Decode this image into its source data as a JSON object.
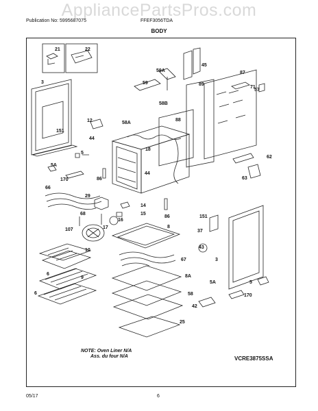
{
  "watermark": "AppliancePartsPros.com",
  "header": {
    "publication": "Publication No: 5995687075",
    "model": "FFEF3056TDA"
  },
  "title": "BODY",
  "parts": {
    "p21": "21",
    "p22": "22",
    "p45": "45",
    "p59A": "59A",
    "p59": "59",
    "p87": "87",
    "p71": "71",
    "p57": "57",
    "p89": "89",
    "p3a": "3",
    "p151a": "151",
    "p12": "12",
    "p44a": "44",
    "p58A": "58A",
    "p58B": "58B",
    "p88": "88",
    "p18": "18",
    "p5a": "5",
    "p62": "62",
    "p5Aa": "5A",
    "p86a": "86",
    "p44b": "44",
    "p63": "63",
    "p170a": "170",
    "p66": "66",
    "p29": "29",
    "p14": "14",
    "p15": "15",
    "p16": "16",
    "p86b": "86",
    "p151b": "151",
    "p68": "68",
    "p17": "17",
    "p37": "37",
    "p107": "107",
    "p8": "8",
    "p43": "43",
    "p10": "10",
    "p67": "67",
    "p3b": "3",
    "p9": "9",
    "p8A": "8A",
    "p6a": "6",
    "p5Ab": "5A",
    "p5b": "5",
    "p58": "58",
    "p6b": "6",
    "p170b": "170",
    "p42": "42",
    "p25": "25"
  },
  "note": {
    "line1": "NOTE: Oven Liner N/A",
    "line2": "Ass. du four N/A"
  },
  "diagram_code": "VCRE3875SSA",
  "footer": {
    "date": "05/17",
    "page": "6"
  }
}
